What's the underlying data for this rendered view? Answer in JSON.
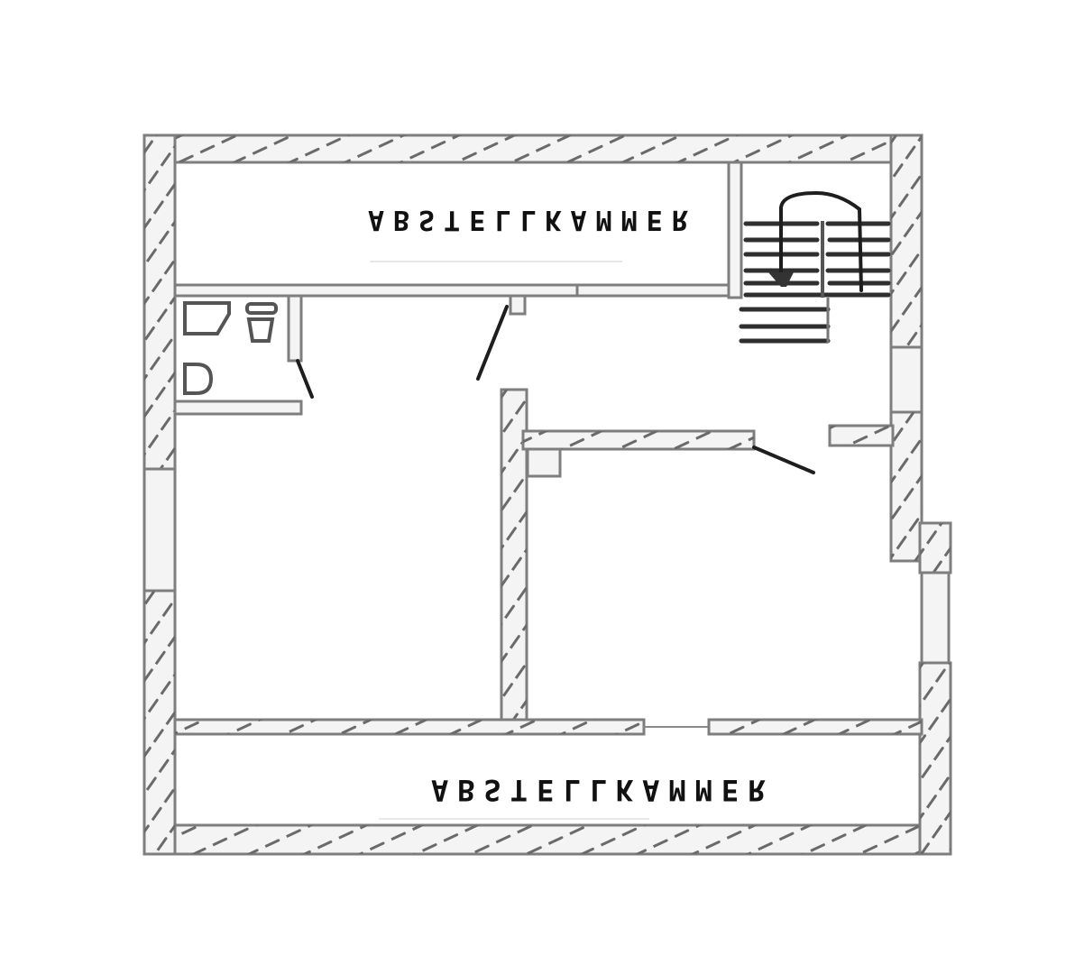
{
  "drawing": {
    "type": "hand-drawn floor plan (sketch, upside-down orientation)",
    "rooms": [
      {
        "id": "storage-top",
        "label": "ABSTELLKAMMER"
      },
      {
        "id": "storage-bottom",
        "label": "ABSTELLKAMMER"
      },
      {
        "id": "bathroom",
        "label": ""
      },
      {
        "id": "left-room",
        "label": ""
      },
      {
        "id": "right-room",
        "label": ""
      },
      {
        "id": "hallway",
        "label": ""
      },
      {
        "id": "staircase",
        "label": ""
      }
    ],
    "fixtures": [
      "shower-tray",
      "sink",
      "toilet",
      "bathtub"
    ],
    "colors": {
      "paper": "#ffffff",
      "wall_stroke": "#7e7e7e",
      "ink": "#1e1e1e"
    }
  }
}
